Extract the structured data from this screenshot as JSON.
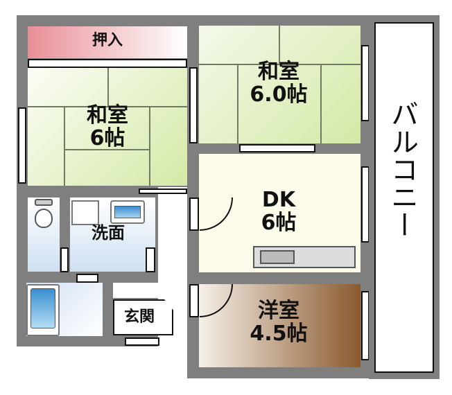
{
  "rooms": {
    "oshiire": "押入",
    "washitsu_left": {
      "name": "和室",
      "size": "6帖"
    },
    "washitsu_right": {
      "name": "和室",
      "size": "6.0帖"
    },
    "dk": {
      "name": "DK",
      "size": "6帖"
    },
    "youshitsu": {
      "name": "洋室",
      "size": "4.5帖"
    },
    "senmen": "洗面",
    "genkan": "玄関",
    "balcony": "バルコニー"
  },
  "colors": {
    "wall": "#7f7f7f",
    "tatami": "#d9ecb8",
    "oshiire": "#e88f96",
    "dk": "#fdfbea",
    "youshitsu": "#8a5a2e",
    "water": "#dbe8f5"
  }
}
